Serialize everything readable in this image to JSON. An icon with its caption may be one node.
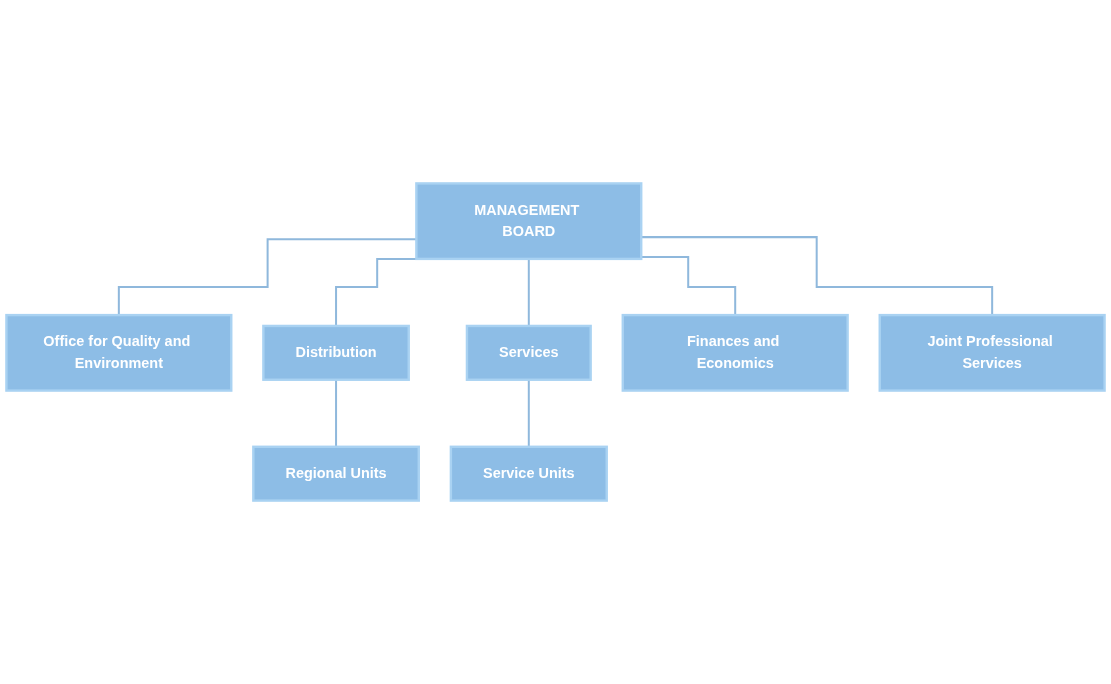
{
  "diagram": {
    "nodes": [
      {
        "text": [
          "MANAGEMENT BOARD"
        ]
      },
      {
        "text": [
          "Office for Quality and Environment"
        ]
      },
      {
        "text": [
          "Distribution"
        ]
      },
      {
        "text": [
          "Services"
        ]
      },
      {
        "text": [
          "Finances and Economics"
        ]
      },
      {
        "text": [
          "Joint Professional Services"
        ]
      },
      {
        "text": [
          "Regional Units"
        ]
      },
      {
        "text": [
          "Service Units"
        ]
      }
    ],
    "edges": [
      {
        "from": 0,
        "to": 1,
        "arrow": "none"
      },
      {
        "from": 0,
        "to": 2,
        "arrow": "none"
      },
      {
        "from": 0,
        "to": 3,
        "arrow": "none"
      },
      {
        "from": 0,
        "to": 4,
        "arrow": "none"
      },
      {
        "from": 0,
        "to": 5,
        "arrow": "none"
      },
      {
        "from": 2,
        "to": 6,
        "arrow": "none"
      },
      {
        "from": 3,
        "to": 7,
        "arrow": "none"
      }
    ]
  }
}
